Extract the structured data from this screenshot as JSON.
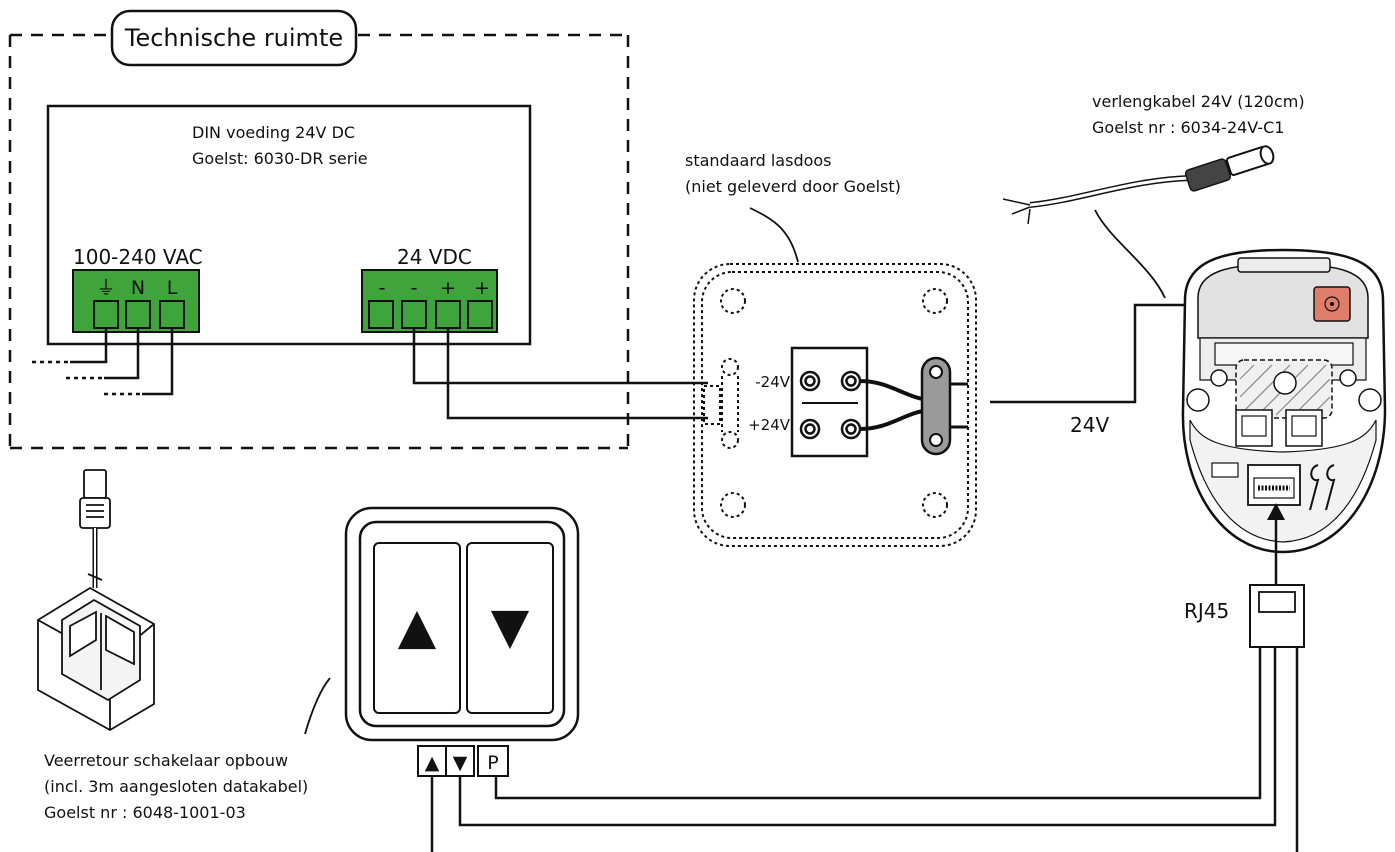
{
  "technical_room": {
    "title": "Technische ruimte"
  },
  "power_supply": {
    "line1": "DIN voeding 24V DC",
    "line2": "Goelst: 6030-DR serie",
    "ac_label": "100-240 VAC",
    "ac_terminals": [
      "⏚",
      "N",
      "L"
    ],
    "dc_label": "24 VDC",
    "dc_terminals": [
      "-",
      "-",
      "+",
      "+"
    ]
  },
  "junction_box": {
    "line1": "standaard lasdoos",
    "line2": "(niet geleverd door Goelst)",
    "minus_label": "-24V",
    "plus_label": "+24V"
  },
  "extension_cable": {
    "line1": "verlengkabel 24V (120cm)",
    "line2": "Goelst nr : 6034-24V-C1"
  },
  "wire_label_24v": "24V",
  "rj45_label": "RJ45",
  "switch": {
    "up_symbol": "▲",
    "down_symbol": "▼",
    "connector_labels": [
      "▲",
      "▼",
      "P"
    ],
    "line1": "Veerretour schakelaar opbouw",
    "line2": "(incl. 3m aangesloten datakabel)",
    "line3": "Goelst nr : 6048-1001-03"
  },
  "colors": {
    "terminal_green": "#3fa43b",
    "dc_jack_red": "#e07d6a",
    "motor_grey": "#e2e2e2",
    "wire_black": "#111111"
  }
}
